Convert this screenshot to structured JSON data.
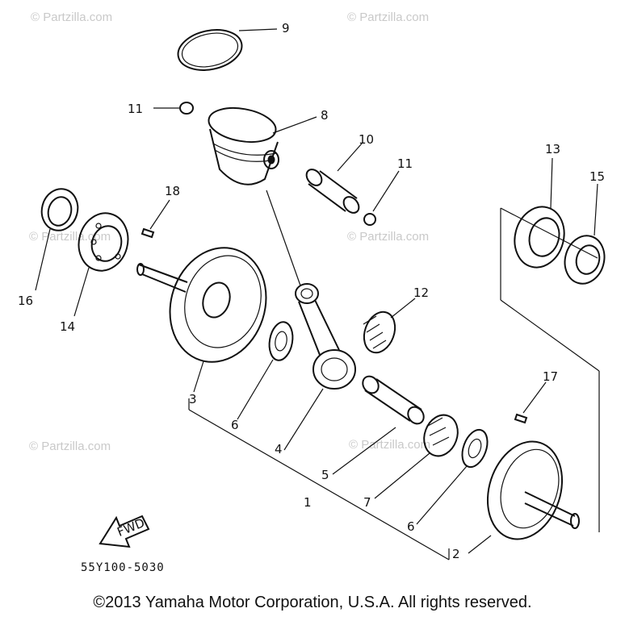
{
  "watermarks": [
    "© Partzilla.com",
    "© Partzilla.com",
    "© Partzilla.com",
    "© Partzilla.com",
    "© Partzilla.com",
    "© Partzilla.com"
  ],
  "callouts": {
    "n1": "1",
    "n2": "2",
    "n3": "3",
    "n4": "4",
    "n5": "5",
    "n6a": "6",
    "n6b": "6",
    "n7": "7",
    "n8": "8",
    "n9": "9",
    "n10": "10",
    "n11a": "11",
    "n11b": "11",
    "n12": "12",
    "n13": "13",
    "n14": "14",
    "n15": "15",
    "n16": "16",
    "n17": "17",
    "n18": "18"
  },
  "fwd_label": "FWD",
  "diagram_code": "55Y100-5030",
  "copyright": "©2013  Yamaha Motor Corporation, U.S.A. All rights reserved."
}
